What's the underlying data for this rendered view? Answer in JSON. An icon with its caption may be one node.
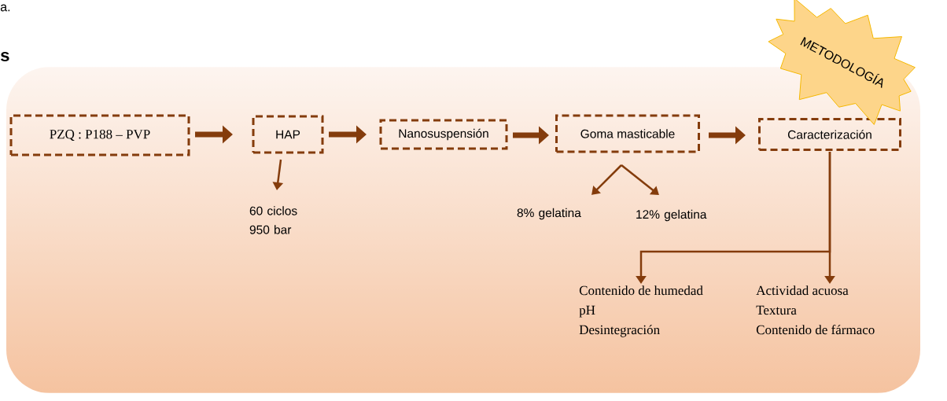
{
  "diagram": {
    "nodes": [
      {
        "text": [
          "PZQ  : P188 – PVP"
        ]
      },
      {
        "text": [
          "HAP"
        ]
      },
      {
        "text": [
          "Nanosuspensión"
        ]
      },
      {
        "text": [
          "Goma masticable"
        ]
      },
      {
        "text": [
          "Caracterización"
        ]
      },
      {
        "text": [
          "METODOLOGÍA"
        ]
      },
      {
        "text": [
          "60 ciclos 950 bar"
        ]
      },
      {
        "text": [
          "8% gelatina"
        ]
      },
      {
        "text": [
          "12% gelatina"
        ]
      },
      {
        "text": [
          "Contenido de humedad",
          "pH",
          "Desintegración"
        ]
      },
      {
        "text": [
          "Actividad acuosa",
          "Textura",
          "Contenido de fármaco"
        ]
      }
    ],
    "edges": [
      {
        "from": 0,
        "to": 1,
        "arrow": "to",
        "style": "thick"
      },
      {
        "from": 1,
        "to": 2,
        "arrow": "to",
        "style": "thick"
      },
      {
        "from": 2,
        "to": 3,
        "arrow": "to",
        "style": "thick"
      },
      {
        "from": 3,
        "to": 4,
        "arrow": "to",
        "style": "thick"
      },
      {
        "from": 1,
        "to": 6,
        "arrow": "to"
      },
      {
        "from": 3,
        "to": 7,
        "arrow": "to"
      },
      {
        "from": 3,
        "to": 8,
        "arrow": "to"
      },
      {
        "from": 4,
        "to": 9,
        "arrow": "to"
      },
      {
        "from": 4,
        "to": 10,
        "arrow": "to"
      }
    ],
    "labels": [
      "a.",
      "s"
    ]
  }
}
